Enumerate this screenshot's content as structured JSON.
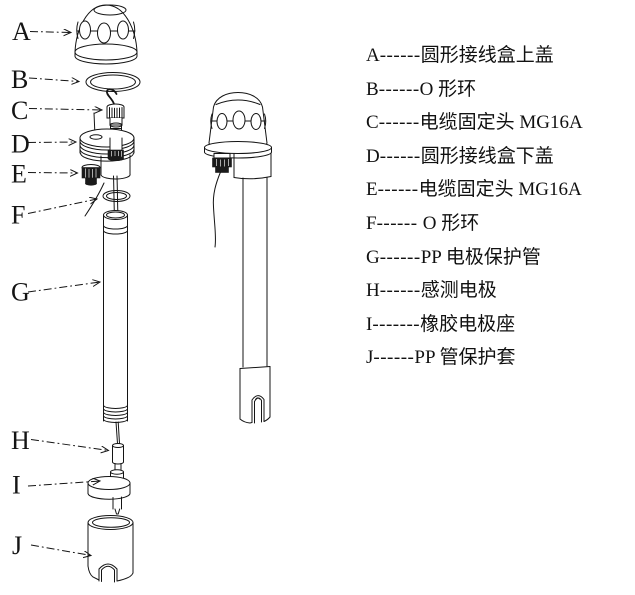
{
  "diagram": {
    "part_labels": [
      {
        "letter": "A"
      },
      {
        "letter": "B"
      },
      {
        "letter": "C"
      },
      {
        "letter": "D"
      },
      {
        "letter": "E"
      },
      {
        "letter": "F"
      },
      {
        "letter": "G"
      },
      {
        "letter": "H"
      },
      {
        "letter": "I"
      },
      {
        "letter": "J"
      }
    ]
  },
  "legend": {
    "items": [
      {
        "letter": "A",
        "dashes": "------",
        "name": "圆形接线盒上盖"
      },
      {
        "letter": "B",
        "dashes": "------",
        "name": "O 形环"
      },
      {
        "letter": "C",
        "dashes": "------",
        "name": "电缆固定头 MG16A"
      },
      {
        "letter": "D",
        "dashes": "------",
        "name": "圆形接线盒下盖"
      },
      {
        "letter": "E",
        "dashes": "------",
        "name": "电缆固定头 MG16A"
      },
      {
        "letter": "F",
        "dashes": "------ ",
        "name": "O 形环"
      },
      {
        "letter": "G",
        "dashes": "------",
        "name": "PP 电极保护管"
      },
      {
        "letter": "H",
        "dashes": "------",
        "name": "感测电极"
      },
      {
        "letter": "I",
        "dashes": "-------",
        "name": "橡胶电极座"
      },
      {
        "letter": "J",
        "dashes": "------",
        "name": "PP 管保护套"
      }
    ]
  },
  "colors": {
    "ink": "#141414",
    "background": "#ffffff"
  }
}
